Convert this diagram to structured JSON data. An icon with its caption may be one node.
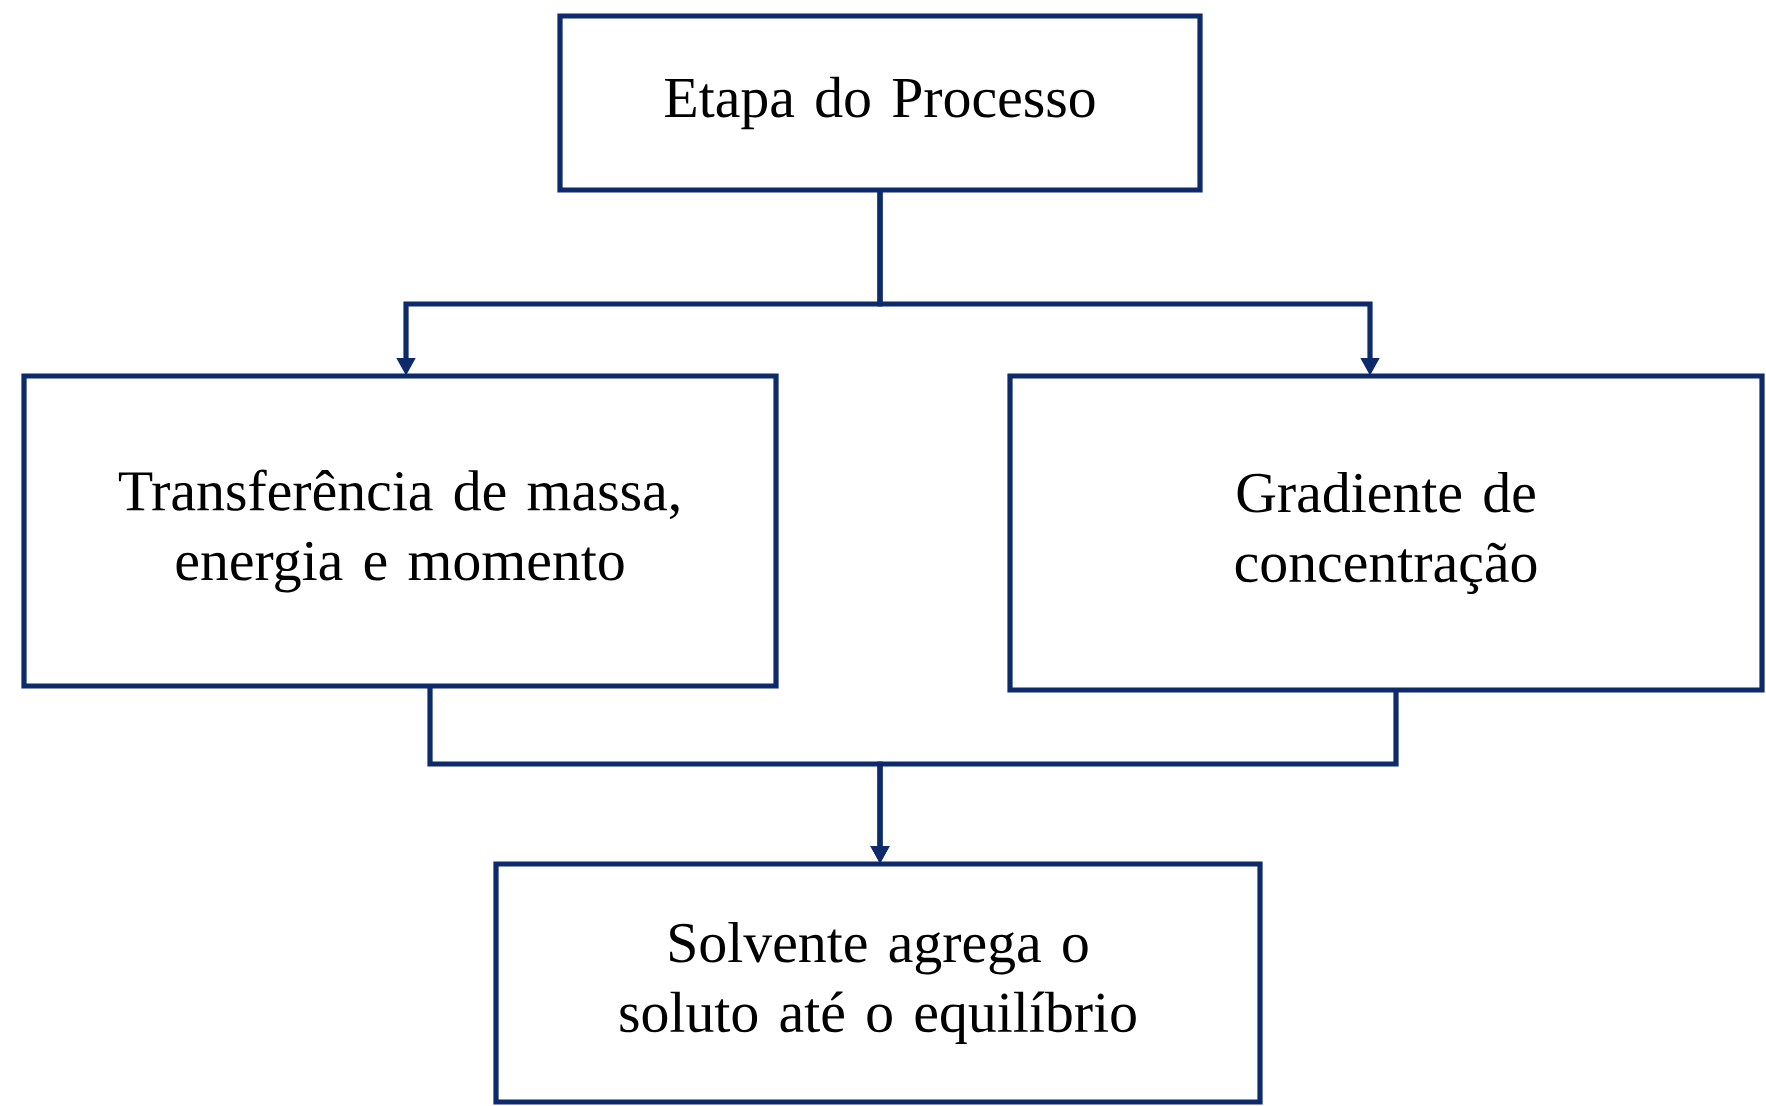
{
  "diagram": {
    "nodes": [
      {
        "text": [
          "Etapa do Processo"
        ]
      },
      {
        "text": [
          "Transferência de massa, energia e momento"
        ]
      },
      {
        "text": [
          "Gradiente de concentração"
        ]
      },
      {
        "text": [
          "Solvente agrega o soluto até o equilíbrio"
        ]
      }
    ],
    "edges": [
      {
        "from": 0,
        "to": 1,
        "arrow": "to"
      },
      {
        "from": 0,
        "to": 2,
        "arrow": "to"
      },
      {
        "from": 1,
        "to": 3,
        "arrow": "to"
      },
      {
        "from": 2,
        "to": 3,
        "arrow": "to"
      }
    ]
  }
}
